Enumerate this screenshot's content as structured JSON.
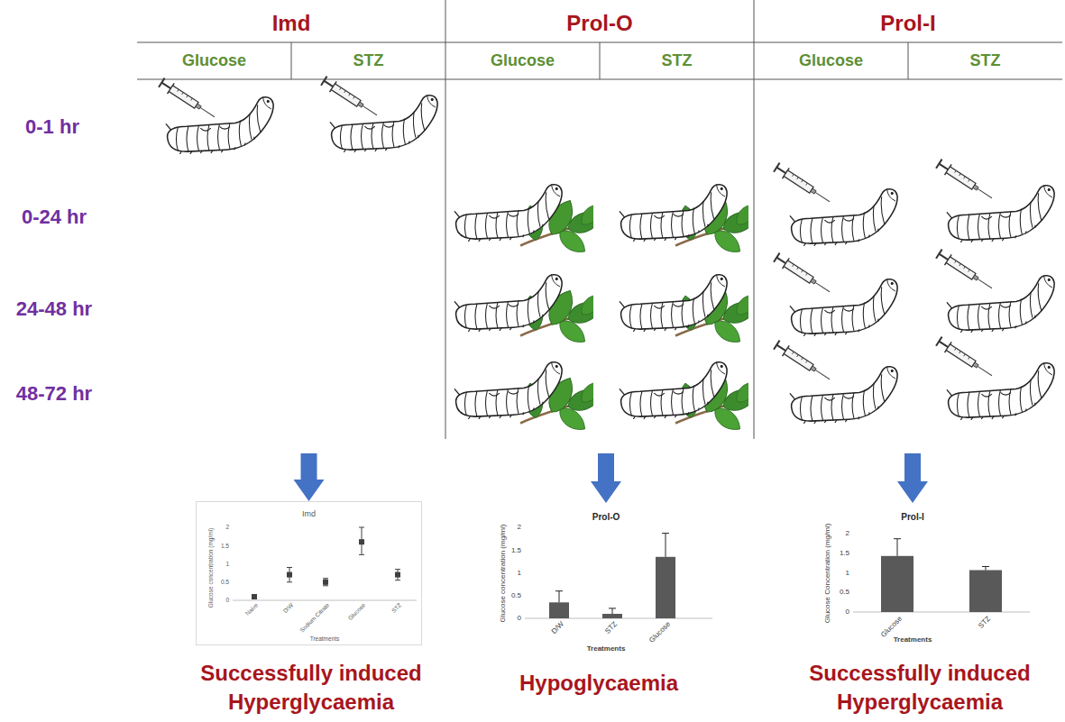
{
  "diagram": {
    "nodes": [
      {
        "text": [
          "Imd"
        ]
      },
      {
        "text": [
          "Glucose"
        ],
        "in": 0
      },
      {
        "text": [
          "STZ"
        ],
        "in": 0
      },
      {
        "text": [
          "Prol-O"
        ]
      },
      {
        "text": [
          "Glucose"
        ],
        "in": 3
      },
      {
        "text": [
          "STZ"
        ],
        "in": 3
      },
      {
        "text": [
          "Prol-I"
        ]
      },
      {
        "text": [
          "Glucose"
        ],
        "in": 6
      },
      {
        "text": [
          "STZ"
        ],
        "in": 6
      },
      {
        "text": [
          "Imd"
        ]
      },
      {
        "text": [
          "Prol-O"
        ]
      },
      {
        "text": [
          "Prol-I"
        ]
      }
    ],
    "edges": [
      {
        "from": 0,
        "to": 9,
        "arrow": "to"
      },
      {
        "from": 3,
        "to": 10,
        "arrow": "to"
      },
      {
        "from": 6,
        "to": 11,
        "arrow": "to"
      }
    ],
    "labels": [
      "0-1 hr",
      "0-24 hr",
      "24-48 hr",
      "48-72 hr",
      "Glucose concentration (mg/ml)",
      "2",
      "1.5",
      "1",
      "0.5",
      "0",
      "Naive",
      "D/W",
      "Sodium Citrate",
      "Glucose",
      "STZ",
      "Treatments",
      "Glucose concentration (mg/ml)",
      "2",
      "1.5",
      "1",
      "0.5",
      "0",
      "D/W",
      "STZ",
      "Glucose",
      "Treatments",
      "Glucose Concentration (mg/ml)",
      "2",
      "1.5",
      "1",
      "0.5",
      "0",
      "Glucose",
      "STZ",
      "Treatments",
      "Successfully induced Hyperglycaemia",
      "Hypoglycaemia",
      "Successfully induced Hyperglycaemia"
    ]
  }
}
